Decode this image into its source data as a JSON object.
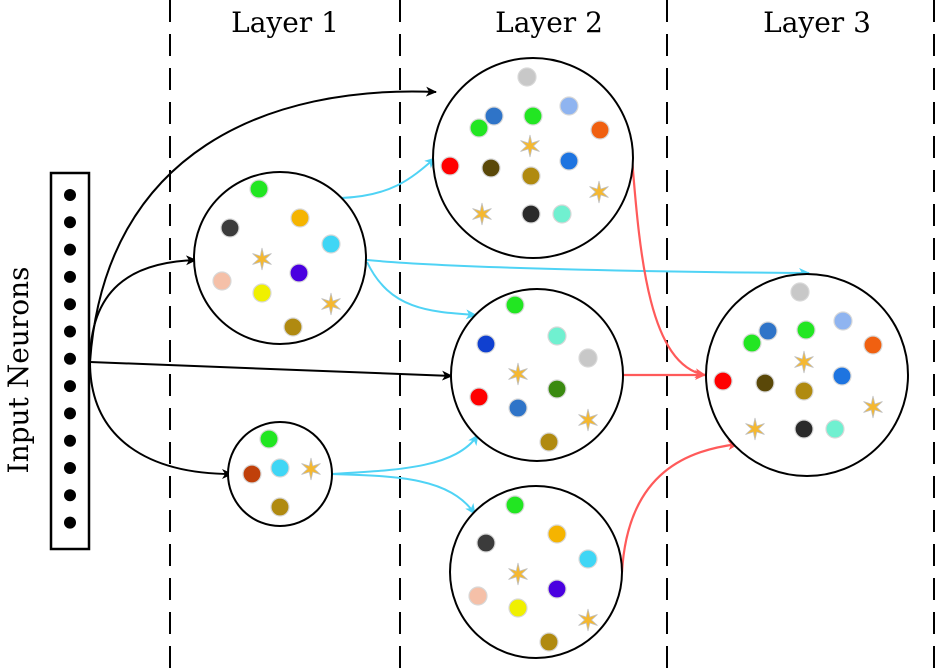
{
  "input_label": "Input Neurons",
  "layers": [
    {
      "label": "Layer 1"
    },
    {
      "label": "Layer 2"
    },
    {
      "label": "Layer 3"
    }
  ],
  "colors": {
    "black_edge": "#000000",
    "cyan_edge": "#4fd3f5",
    "red_edge": "#ff5a5a",
    "divider": "#000000"
  }
}
